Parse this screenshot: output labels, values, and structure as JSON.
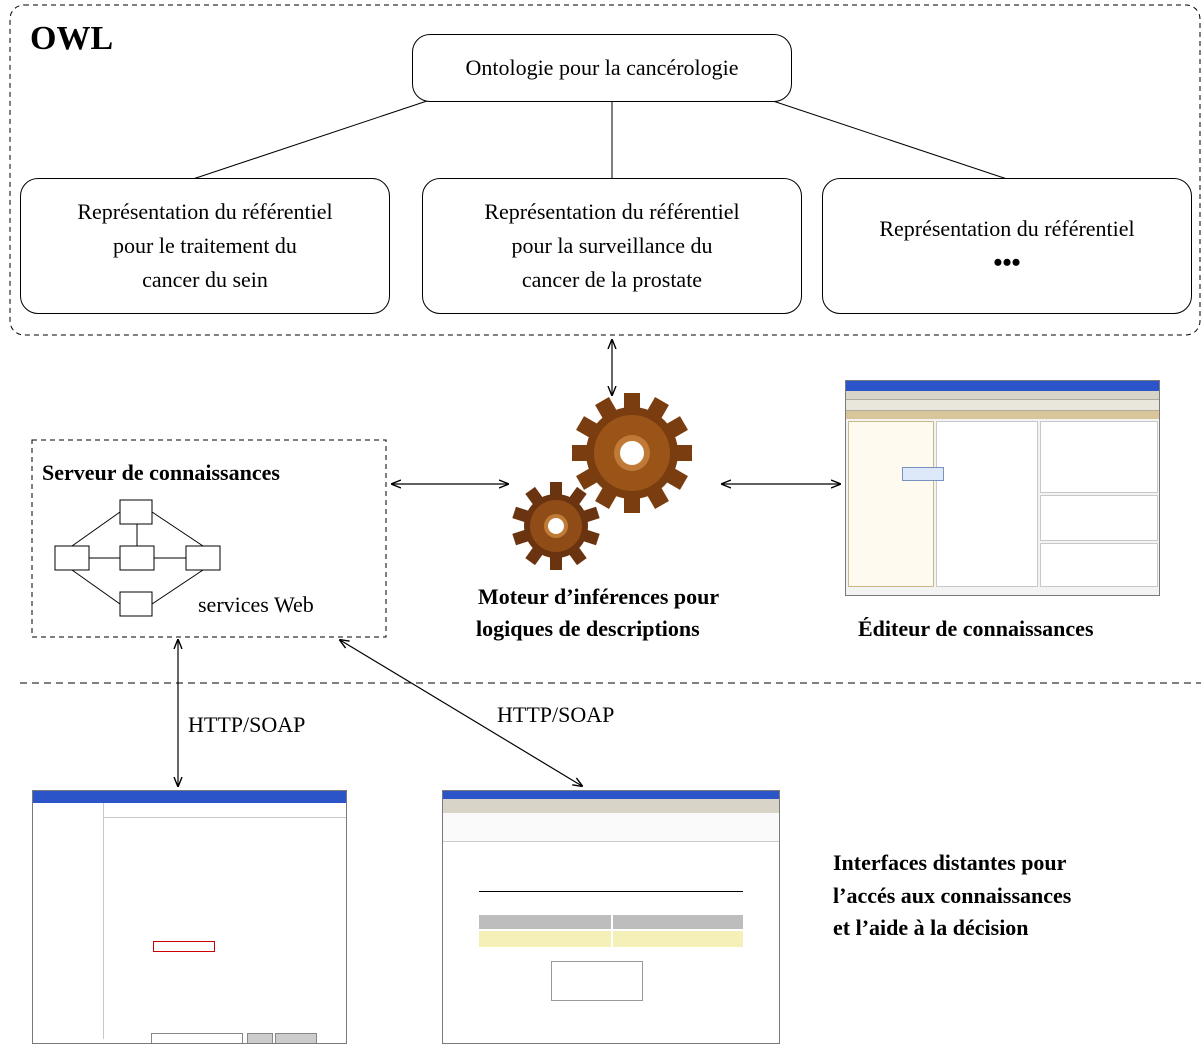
{
  "owl_region": {
    "label": "OWL",
    "root": "Ontologie pour la cancérologie",
    "children": [
      [
        "Représentation du référentiel",
        "pour le traitement du",
        "cancer du sein"
      ],
      [
        "Représentation du référentiel",
        "pour la surveillance du",
        "cancer de la prostate"
      ],
      [
        "Représentation du référentiel",
        "•••"
      ]
    ]
  },
  "knowledge_server": {
    "title": "Serveur de connaissances",
    "services_label": "services Web"
  },
  "inference_engine": {
    "caption_line1": "Moteur d’inférences pour",
    "caption_line2": "logiques de descriptions"
  },
  "knowledge_editor": {
    "caption": "Éditeur de connaissances"
  },
  "links": {
    "http_left": "HTTP/SOAP",
    "http_right": "HTTP/SOAP"
  },
  "remote_interfaces": {
    "line1": "Interfaces distantes pour",
    "line2": "l’accés aux connaissances",
    "line3": "et l’aide à la décision"
  },
  "colors": {
    "gear": "#7a3d10",
    "gear_light": "#b66a2a",
    "dashed_border": "#000000"
  }
}
